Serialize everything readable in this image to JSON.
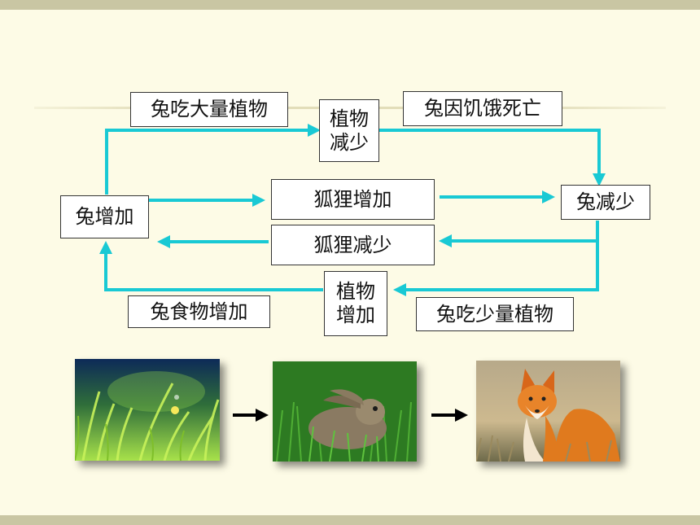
{
  "boxes": {
    "tu_chi_da_liang": "兔吃大量植物",
    "zhiwu_jianshao_1": "植物",
    "zhiwu_jianshao_2": "减少",
    "tu_yin_jie_siwang": "兔因饥饿死亡",
    "tu_zengjia": "兔增加",
    "huli_zengjia": "狐狸增加",
    "tu_jianshao": "兔减少",
    "huli_jianshao": "狐狸减少",
    "zhiwu_zengjia_1": "植物",
    "zhiwu_zengjia_2": "增加",
    "tu_shiwu_zengjia": "兔食物增加",
    "tu_chi_shao_liang": "兔吃少量植物"
  },
  "colors": {
    "connector": "#19c9d4",
    "background": "#fdfbe6",
    "band": "#c9c6a3",
    "chain_arrow": "#000000"
  },
  "photos": {
    "grass": "grass-photo",
    "rabbit": "rabbit-photo",
    "fox": "fox-photo"
  }
}
